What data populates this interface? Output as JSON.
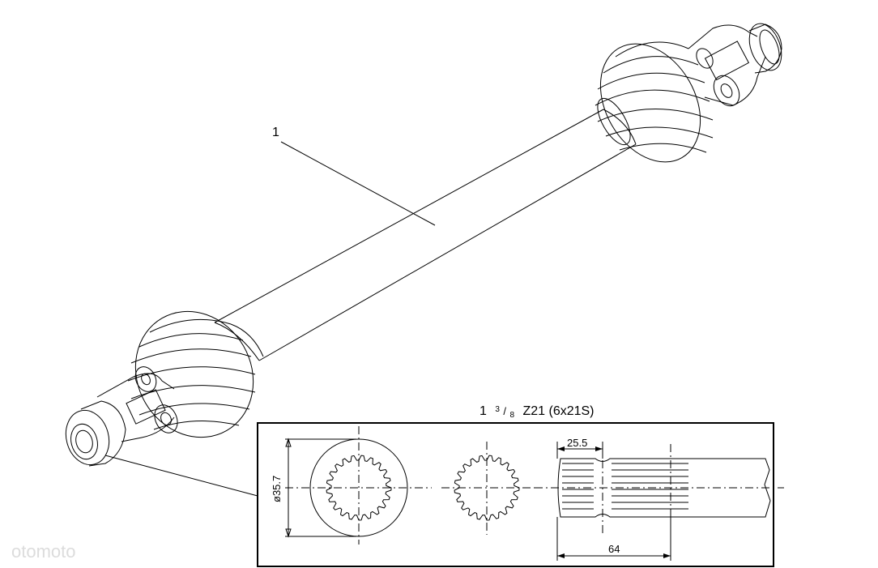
{
  "callout": {
    "part_number": "1"
  },
  "spec": {
    "size_whole": "1",
    "size_num": "3",
    "size_den": "8",
    "spline": "Z21 (6x21S)"
  },
  "dimensions": {
    "diameter": "ø35.7",
    "spline_length": "25.5",
    "total_length": "64"
  },
  "watermark": {
    "text": "otomoto"
  },
  "colors": {
    "line": "#000000",
    "background": "#ffffff",
    "watermark": "#dcdcdc"
  }
}
